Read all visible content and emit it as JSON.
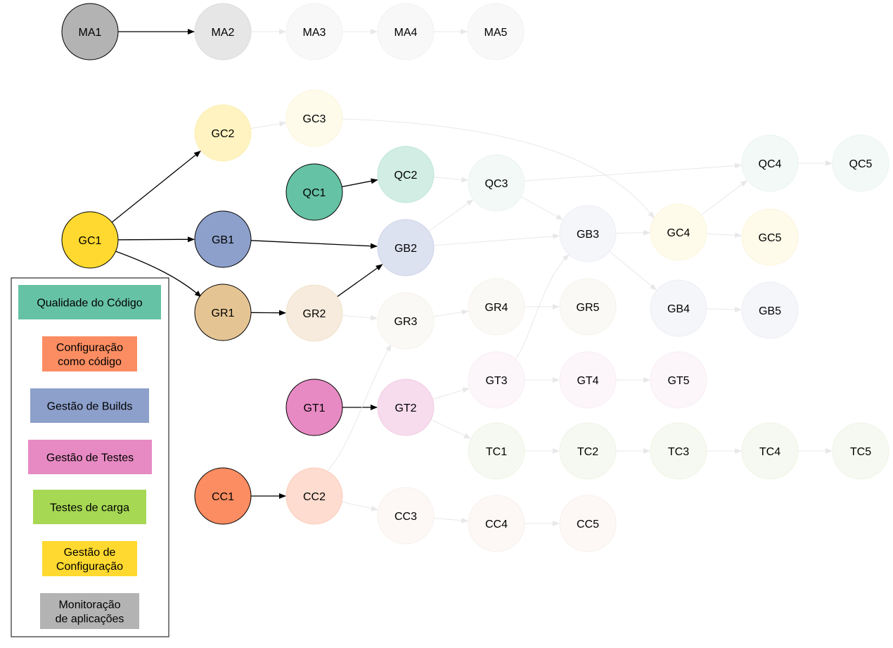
{
  "nodes": [
    {
      "id": "MA1",
      "label": "MA1",
      "fill": "#b3b3b3",
      "stroke": "#000000",
      "text": "#000000"
    },
    {
      "id": "MA2",
      "label": "MA2",
      "fill": "#e6e6e6",
      "stroke": "#dcdcdc",
      "text": "#000000"
    },
    {
      "id": "MA3",
      "label": "MA3",
      "fill": "#f8f8f8",
      "stroke": "#f2f2f2",
      "text": "#000000"
    },
    {
      "id": "MA4",
      "label": "MA4",
      "fill": "#f8f8f8",
      "stroke": "#f2f2f2",
      "text": "#000000"
    },
    {
      "id": "MA5",
      "label": "MA5",
      "fill": "#f8f8f8",
      "stroke": "#f2f2f2",
      "text": "#000000"
    },
    {
      "id": "GC1",
      "label": "GC1",
      "fill": "#ffd92f",
      "stroke": "#000000",
      "text": "#000000"
    },
    {
      "id": "GC2",
      "label": "GC2",
      "fill": "#fff4c1",
      "stroke": "#fbeeb5",
      "text": "#000000"
    },
    {
      "id": "GC3",
      "label": "GC3",
      "fill": "#fffbea",
      "stroke": "#fbf5de",
      "text": "#000000"
    },
    {
      "id": "GC4",
      "label": "GC4",
      "fill": "#fffbea",
      "stroke": "#fbf5de",
      "text": "#000000"
    },
    {
      "id": "GC5",
      "label": "GC5",
      "fill": "#fffbea",
      "stroke": "#fbf5de",
      "text": "#000000"
    },
    {
      "id": "QC1",
      "label": "QC1",
      "fill": "#66c2a5",
      "stroke": "#000000",
      "text": "#000000"
    },
    {
      "id": "QC2",
      "label": "QC2",
      "fill": "#d1ede4",
      "stroke": "#bfe6da",
      "text": "#000000"
    },
    {
      "id": "QC3",
      "label": "QC3",
      "fill": "#f3f9f7",
      "stroke": "#eaf4f0",
      "text": "#000000"
    },
    {
      "id": "QC4",
      "label": "QC4",
      "fill": "#f3f9f7",
      "stroke": "#eaf4f0",
      "text": "#000000"
    },
    {
      "id": "QC5",
      "label": "QC5",
      "fill": "#f3f9f7",
      "stroke": "#eaf4f0",
      "text": "#000000"
    },
    {
      "id": "GB1",
      "label": "GB1",
      "fill": "#8da0cb",
      "stroke": "#000000",
      "text": "#000000"
    },
    {
      "id": "GB2",
      "label": "GB2",
      "fill": "#dde2f0",
      "stroke": "#cdd4ea",
      "text": "#000000"
    },
    {
      "id": "GB3",
      "label": "GB3",
      "fill": "#f5f6fa",
      "stroke": "#eceef5",
      "text": "#000000"
    },
    {
      "id": "GB4",
      "label": "GB4",
      "fill": "#f5f6fa",
      "stroke": "#eceef5",
      "text": "#000000"
    },
    {
      "id": "GB5",
      "label": "GB5",
      "fill": "#f5f6fa",
      "stroke": "#eceef5",
      "text": "#000000"
    },
    {
      "id": "GR1",
      "label": "GR1",
      "fill": "#e5c494",
      "stroke": "#000000",
      "text": "#000000"
    },
    {
      "id": "GR2",
      "label": "GR2",
      "fill": "#f6ebdc",
      "stroke": "#f0e2cd",
      "text": "#000000"
    },
    {
      "id": "GR3",
      "label": "GR3",
      "fill": "#fbf9f5",
      "stroke": "#f6f2eb",
      "text": "#000000"
    },
    {
      "id": "GR4",
      "label": "GR4",
      "fill": "#fbf9f5",
      "stroke": "#f6f2eb",
      "text": "#000000"
    },
    {
      "id": "GR5",
      "label": "GR5",
      "fill": "#fbf9f5",
      "stroke": "#f6f2eb",
      "text": "#000000"
    },
    {
      "id": "GT1",
      "label": "GT1",
      "fill": "#e78ac3",
      "stroke": "#000000",
      "text": "#000000"
    },
    {
      "id": "GT2",
      "label": "GT2",
      "fill": "#f7dced",
      "stroke": "#f1cce3",
      "text": "#000000"
    },
    {
      "id": "GT3",
      "label": "GT3",
      "fill": "#fcf6fa",
      "stroke": "#f8edf4",
      "text": "#000000"
    },
    {
      "id": "GT4",
      "label": "GT4",
      "fill": "#fcf6fa",
      "stroke": "#f8edf4",
      "text": "#000000"
    },
    {
      "id": "GT5",
      "label": "GT5",
      "fill": "#fcf6fa",
      "stroke": "#f8edf4",
      "text": "#000000"
    },
    {
      "id": "TC1",
      "label": "TC1",
      "fill": "#f6f9f1",
      "stroke": "#eef4e5",
      "text": "#000000"
    },
    {
      "id": "TC2",
      "label": "TC2",
      "fill": "#f6f9f1",
      "stroke": "#eef4e5",
      "text": "#000000"
    },
    {
      "id": "TC3",
      "label": "TC3",
      "fill": "#f6f9f1",
      "stroke": "#eef4e5",
      "text": "#000000"
    },
    {
      "id": "TC4",
      "label": "TC4",
      "fill": "#f6f9f1",
      "stroke": "#eef4e5",
      "text": "#000000"
    },
    {
      "id": "TC5",
      "label": "TC5",
      "fill": "#f6f9f1",
      "stroke": "#eef4e5",
      "text": "#000000"
    },
    {
      "id": "CC1",
      "label": "CC1",
      "fill": "#fc8d62",
      "stroke": "#000000",
      "text": "#000000"
    },
    {
      "id": "CC2",
      "label": "CC2",
      "fill": "#fedcd0",
      "stroke": "#fbcdbb",
      "text": "#000000"
    },
    {
      "id": "CC3",
      "label": "CC3",
      "fill": "#fdf8f6",
      "stroke": "#f7efeb",
      "text": "#000000"
    },
    {
      "id": "CC4",
      "label": "CC4",
      "fill": "#fdf8f6",
      "stroke": "#f7efeb",
      "text": "#000000"
    },
    {
      "id": "CC5",
      "label": "CC5",
      "fill": "#fdf8f6",
      "stroke": "#f7efeb",
      "text": "#000000"
    }
  ],
  "edges": [
    {
      "from": "MA1",
      "to": "MA2",
      "active": true
    },
    {
      "from": "MA2",
      "to": "MA3",
      "active": false
    },
    {
      "from": "MA3",
      "to": "MA4",
      "active": false
    },
    {
      "from": "MA4",
      "to": "MA5",
      "active": false
    },
    {
      "from": "GC1",
      "to": "GC2",
      "active": true
    },
    {
      "from": "GC2",
      "to": "GC3",
      "active": false
    },
    {
      "from": "GC3",
      "to": "GC4",
      "active": false
    },
    {
      "from": "GC4",
      "to": "GC5",
      "active": false
    },
    {
      "from": "GC4",
      "to": "QC4",
      "active": false
    },
    {
      "from": "QC1",
      "to": "QC2",
      "active": true
    },
    {
      "from": "QC2",
      "to": "QC3",
      "active": false
    },
    {
      "from": "QC3",
      "to": "QC4",
      "active": false
    },
    {
      "from": "QC3",
      "to": "GB3",
      "active": false
    },
    {
      "from": "QC4",
      "to": "QC5",
      "active": false
    },
    {
      "from": "GC1",
      "to": "GB1",
      "active": true
    },
    {
      "from": "GB1",
      "to": "GB2",
      "active": true
    },
    {
      "from": "GB2",
      "to": "QC3",
      "active": false
    },
    {
      "from": "GB2",
      "to": "GB3",
      "active": false
    },
    {
      "from": "GB3",
      "to": "GC4",
      "active": false
    },
    {
      "from": "GB3",
      "to": "GB4",
      "active": false
    },
    {
      "from": "GB4",
      "to": "GB5",
      "active": false
    },
    {
      "from": "GC1",
      "to": "GR1",
      "active": true
    },
    {
      "from": "GR1",
      "to": "GR2",
      "active": true
    },
    {
      "from": "GR2",
      "to": "GB2",
      "active": true
    },
    {
      "from": "GR2",
      "to": "GR3",
      "active": false
    },
    {
      "from": "GR3",
      "to": "GR4",
      "active": false
    },
    {
      "from": "GR4",
      "to": "GR5",
      "active": false
    },
    {
      "from": "GT1",
      "to": "GT2",
      "active": true
    },
    {
      "from": "GT2",
      "to": "GT3",
      "active": false
    },
    {
      "from": "GT2",
      "to": "TC1",
      "active": false
    },
    {
      "from": "GT3",
      "to": "GT4",
      "active": false
    },
    {
      "from": "GT3",
      "to": "GB3",
      "active": false
    },
    {
      "from": "GT4",
      "to": "GT5",
      "active": false
    },
    {
      "from": "TC1",
      "to": "TC2",
      "active": false
    },
    {
      "from": "TC2",
      "to": "TC3",
      "active": false
    },
    {
      "from": "TC3",
      "to": "TC4",
      "active": false
    },
    {
      "from": "TC4",
      "to": "TC5",
      "active": false
    },
    {
      "from": "CC1",
      "to": "CC2",
      "active": true
    },
    {
      "from": "CC2",
      "to": "CC3",
      "active": false
    },
    {
      "from": "CC2",
      "to": "GR3",
      "active": false
    },
    {
      "from": "CC3",
      "to": "CC4",
      "active": false
    },
    {
      "from": "CC4",
      "to": "CC5",
      "active": false
    }
  ],
  "legend": {
    "items": [
      {
        "name": "legend-qualidade",
        "lines": [
          "Qualidade do Código"
        ],
        "color": "#66c2a5"
      },
      {
        "name": "legend-configuracao-codigo",
        "lines": [
          "Configuração",
          "como código"
        ],
        "color": "#fc8d62"
      },
      {
        "name": "legend-gestao-builds",
        "lines": [
          "Gestão de Builds"
        ],
        "color": "#8da0cb"
      },
      {
        "name": "legend-gestao-testes",
        "lines": [
          "Gestão de Testes"
        ],
        "color": "#e78ac3"
      },
      {
        "name": "legend-testes-carga",
        "lines": [
          "Testes de carga"
        ],
        "color": "#a6d854"
      },
      {
        "name": "legend-gestao-configuracao",
        "lines": [
          "Gestão de",
          "Configuração"
        ],
        "color": "#ffd92f"
      },
      {
        "name": "legend-monitoracao",
        "lines": [
          "Monitoração",
          "de aplicações"
        ],
        "color": "#b3b3b3"
      }
    ]
  },
  "colors": {
    "active_edge": "#000000",
    "inactive_edge": "#e8e8e8",
    "legend_border": "#000000"
  }
}
